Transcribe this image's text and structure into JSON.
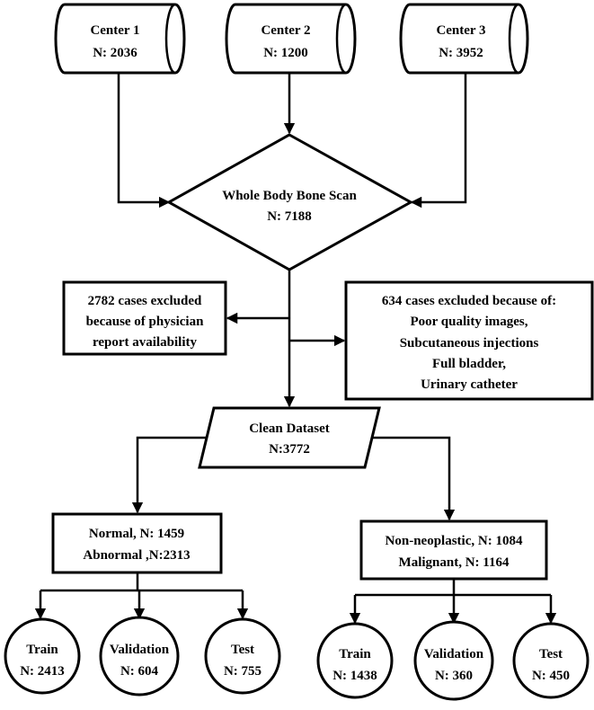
{
  "centers": [
    {
      "name": "Center 1",
      "count": "N: 2036"
    },
    {
      "name": "Center 2",
      "count": "N: 1200"
    },
    {
      "name": "Center 3",
      "count": "N: 3952"
    }
  ],
  "scan": {
    "title": "Whole Body Bone Scan",
    "count": "N: 7188"
  },
  "excluded_left": [
    "2782 cases excluded",
    "because of physician",
    "report availability"
  ],
  "excluded_right": [
    "634 cases excluded because of:",
    "Poor quality images,",
    "Subcutaneous injections",
    "Full bladder,",
    "Urinary catheter"
  ],
  "clean": {
    "title": "Clean Dataset",
    "count": "N:3772"
  },
  "split_left": [
    "Normal, N: 1459",
    "Abnormal ,N:2313"
  ],
  "split_right": [
    "Non-neoplastic, N: 1084",
    "Malignant, N: 1164"
  ],
  "leaves_left": [
    {
      "name": "Train",
      "count": "N: 2413"
    },
    {
      "name": "Validation",
      "count": "N: 604"
    },
    {
      "name": "Test",
      "count": "N: 755"
    }
  ],
  "leaves_right": [
    {
      "name": "Train",
      "count": "N: 1438"
    },
    {
      "name": "Validation",
      "count": "N: 360"
    },
    {
      "name": "Test",
      "count": "N: 450"
    }
  ]
}
